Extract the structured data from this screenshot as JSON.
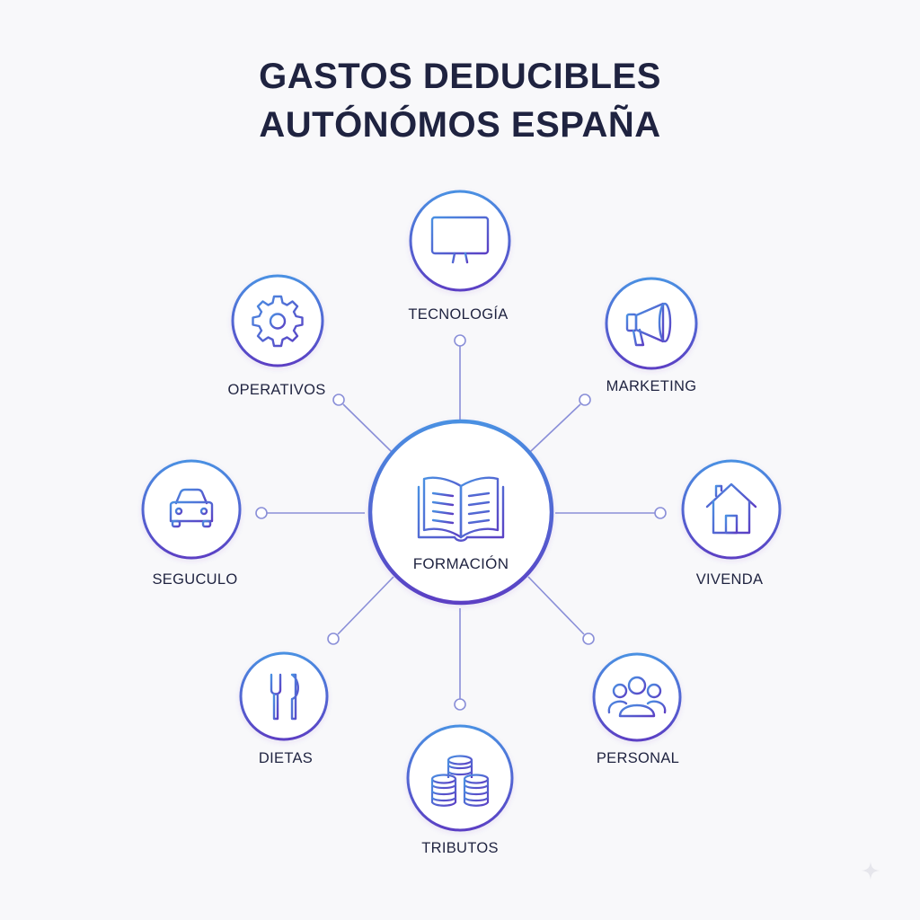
{
  "title": {
    "line1": "GASTOS DEDUCIBLES",
    "line2": "AUTÓNÓMOS ESPAÑA"
  },
  "center": {
    "label": "FORMACIÓN",
    "icon": "open-book-icon"
  },
  "categories": [
    {
      "key": "tecnologia",
      "label": "TECNOLOGÍA",
      "icon": "monitor-icon"
    },
    {
      "key": "marketing",
      "label": "MARKETING",
      "icon": "megaphone-icon"
    },
    {
      "key": "vivenda",
      "label": "VIVENDA",
      "icon": "house-icon"
    },
    {
      "key": "personal",
      "label": "PERSONAL",
      "icon": "people-group-icon"
    },
    {
      "key": "tributos",
      "label": "TRIBUTOS",
      "icon": "coins-stack-icon"
    },
    {
      "key": "dietas",
      "label": "DIETAS",
      "icon": "fork-knife-icon"
    },
    {
      "key": "seguculo",
      "label": "SEGUCULO",
      "icon": "car-icon"
    },
    {
      "key": "operativos",
      "label": "OPERATIVOS",
      "icon": "gear-icon"
    }
  ],
  "colors": {
    "gradient_start": "#4a90e2",
    "gradient_end": "#5b3fc4",
    "connector": "#8a8fd8",
    "text": "#1f2340",
    "background": "#f8f8fa"
  }
}
